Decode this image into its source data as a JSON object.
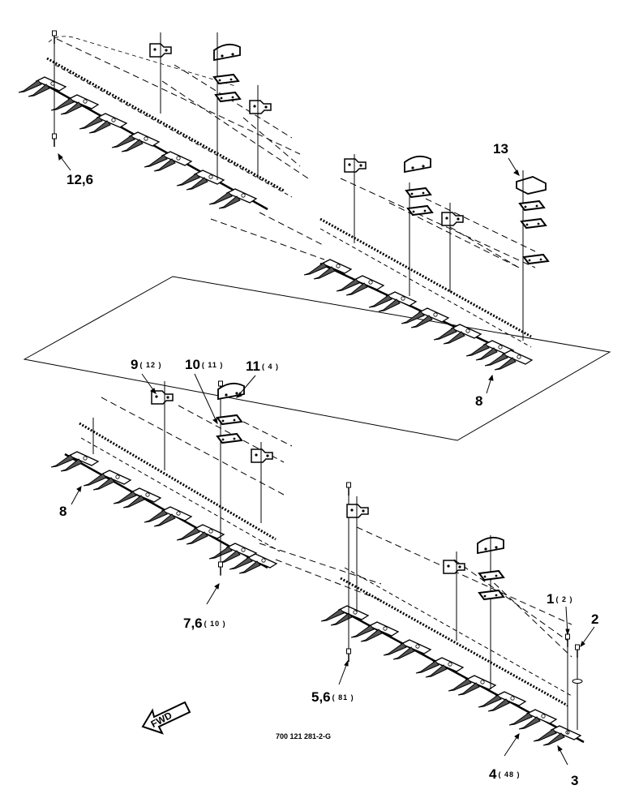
{
  "document_ref": "700 121 281-2-G",
  "fwd_label": "FWD",
  "callouts": {
    "c12_6": {
      "num": "12,6",
      "qty": ""
    },
    "c13": {
      "num": "13",
      "qty": ""
    },
    "c8_upper": {
      "num": "8",
      "qty": ""
    },
    "c9": {
      "num": "9",
      "qty": "( 12 )"
    },
    "c10": {
      "num": "10",
      "qty": "( 11 )"
    },
    "c11": {
      "num": "11",
      "qty": "( 4 )"
    },
    "c8_lower": {
      "num": "8",
      "qty": ""
    },
    "c7_6": {
      "num": "7,6",
      "qty": "( 10 )"
    },
    "c1": {
      "num": "1",
      "qty": "( 2 )"
    },
    "c2": {
      "num": "2",
      "qty": ""
    },
    "c5_6": {
      "num": "5,6",
      "qty": "( 81 )"
    },
    "c4": {
      "num": "4",
      "qty": "( 48 )"
    },
    "c3": {
      "num": "3",
      "qty": ""
    }
  }
}
